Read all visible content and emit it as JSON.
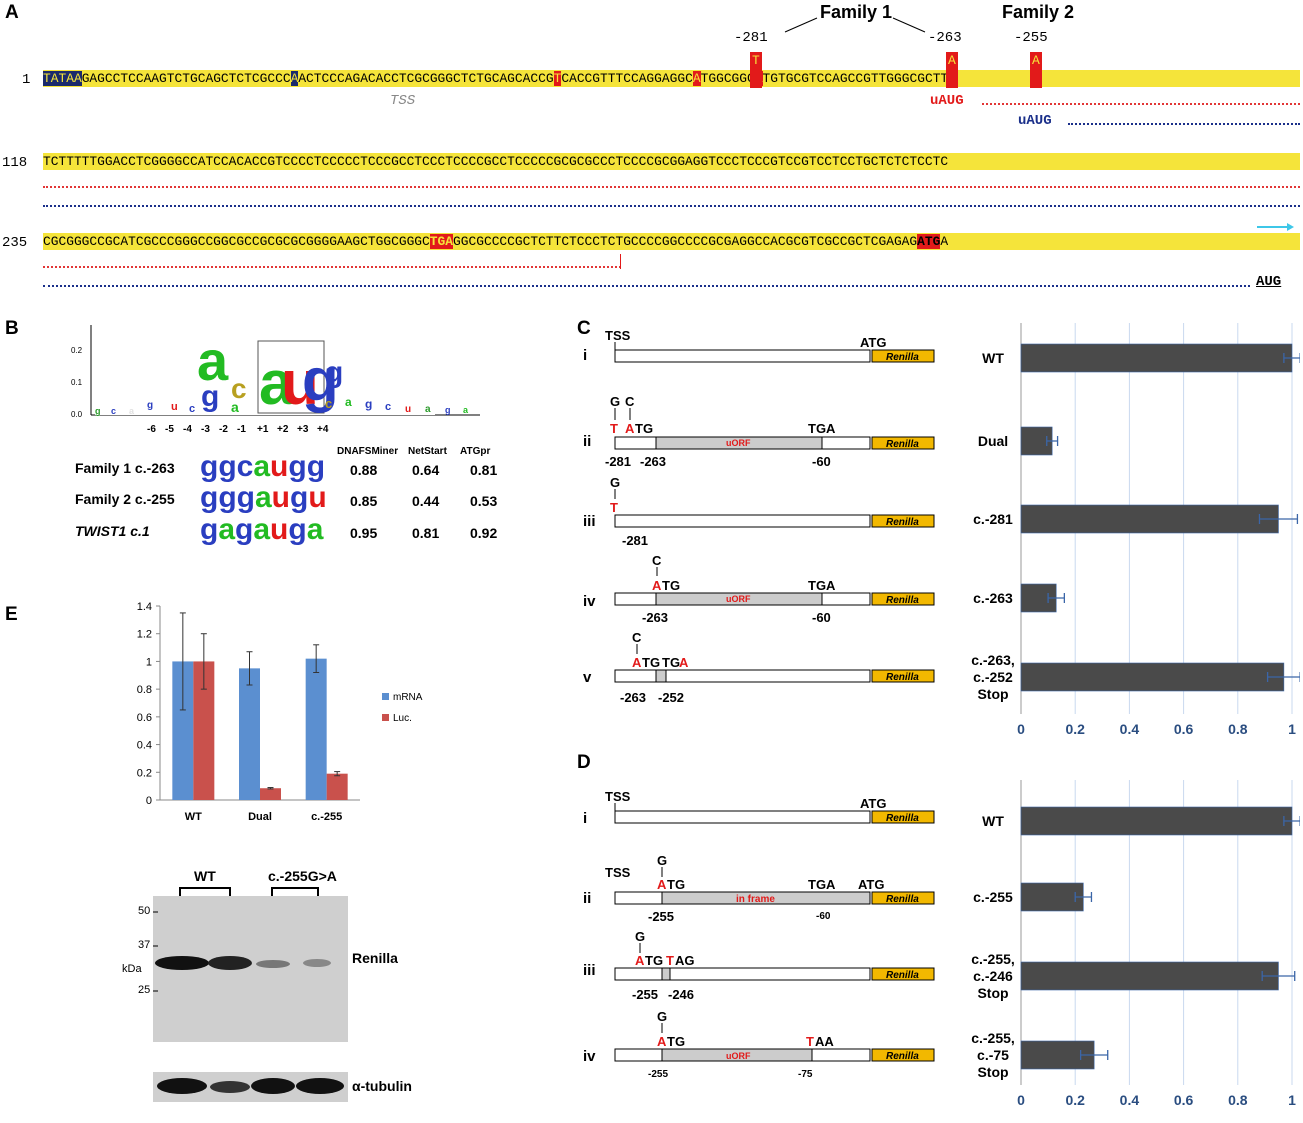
{
  "panels": {
    "A": "A",
    "B": "B",
    "C": "C",
    "D": "D",
    "E": "E"
  },
  "panelA": {
    "family1": "Family 1",
    "family2": "Family 2",
    "pos281": "-281",
    "pos263": "-263",
    "pos255": "-255",
    "line1_num": "1",
    "line2_num": "118",
    "line3_num": "235",
    "tata": "TATAA",
    "seq1_a": "GAGCCTCCAAGTCTGCAGCTCTCGCCC",
    "seq1_tss": "A",
    "seq1_b": "ACTCCCAGACACCTCGCGGGCTCTGCAGCACCG",
    "mut281": "T",
    "seq1_c": "CACCGTTTCCAGGAGGC",
    "mut263": "A",
    "seq1_d": "TGGCGGG",
    "mut255": "A",
    "seq1_e": "TGTGCGTCCAGCCGTTGGGCGCTT",
    "seq2": "TCTTTTTGGACCTCGGGGCCATCCACACCGTCCCCTCCCCCTCCCGCCTCCCTCCCCGCCTCCCCCGCGCGCCCTCCCCGCGGAGGTCCCTCCCGTCCGTCCTCCTGCTCTCTCCTC",
    "seq3_a": "CGCGGGCCGCATCGCCCGGGCCGGCGCCGCGCGCGGGGAAGCTGGCGGGC",
    "tga": "TGA",
    "seq3_b": "GGCGCCCCGCTCTTCTCCCTCTGCCCCGGCCCCGCGAGGCCACGCGTCGCCGCTCGAGAG",
    "atg": "ATG",
    "seq3_c": "A",
    "tss_label": "TSS",
    "uaug_red": "uAUG",
    "uaug_blue": "uAUG",
    "aug": "AUG"
  },
  "panelB": {
    "logo_y_ticks": [
      "0.2",
      "0.1",
      "0.0"
    ],
    "logo_x_labels": [
      "-6",
      "-5",
      "-4",
      "-3",
      "-2",
      "-1",
      "+1",
      "+2",
      "+3",
      "+4"
    ],
    "col_headers": [
      "DNAFSMiner",
      "NetStart",
      "ATGpr"
    ],
    "rows": [
      {
        "label": "Family 1 c.-263",
        "seq": [
          "g",
          "g",
          "c",
          "a",
          "u",
          "g",
          "g"
        ],
        "vals": [
          "0.88",
          "0.64",
          "0.81"
        ]
      },
      {
        "label": "Family 2 c.-255",
        "seq": [
          "g",
          "g",
          "g",
          "a",
          "u",
          "g",
          "u"
        ],
        "vals": [
          "0.85",
          "0.44",
          "0.53"
        ]
      },
      {
        "label": "TWIST1 c.1",
        "seq": [
          "g",
          "a",
          "g",
          "a",
          "u",
          "g",
          "a"
        ],
        "vals": [
          "0.95",
          "0.81",
          "0.92"
        ]
      }
    ]
  },
  "panelC": {
    "rows": [
      {
        "roman": "i",
        "bar_label": "WT",
        "value": 1.0,
        "err": 0.03
      },
      {
        "roman": "ii",
        "bar_label": "Dual",
        "value": 0.115,
        "err": 0.02
      },
      {
        "roman": "iii",
        "bar_label": "c.-281",
        "value": 0.95,
        "err": 0.07
      },
      {
        "roman": "iv",
        "bar_label": "c.-263",
        "value": 0.13,
        "err": 0.03
      },
      {
        "roman": "v",
        "bar_label": "c.-263, c.-252 Stop",
        "value": 0.97,
        "err": 0.06
      }
    ],
    "x_ticks": [
      "0",
      "0.2",
      "0.4",
      "0.6",
      "0.8",
      "1"
    ],
    "tss": "TSS",
    "atg": "ATG",
    "renilla": "Renilla",
    "uorf": "uORF",
    "tga": "TGA",
    "g": "G",
    "c": "C",
    "t": "T",
    "a": "A",
    "n281": "-281",
    "n263": "-263",
    "n60": "-60",
    "n252": "-252",
    "atg_tail": "TG",
    "tg": "TG"
  },
  "panelD": {
    "rows": [
      {
        "roman": "i",
        "bar_label": "WT",
        "value": 1.0,
        "err": 0.03
      },
      {
        "roman": "ii",
        "bar_label": "c.-255",
        "value": 0.23,
        "err": 0.03
      },
      {
        "roman": "iii",
        "bar_label": "c.-255, c.-246 Stop",
        "value": 0.95,
        "err": 0.06
      },
      {
        "roman": "iv",
        "bar_label": "c.-255, c.-75 Stop",
        "value": 0.27,
        "err": 0.05
      }
    ],
    "x_ticks": [
      "0",
      "0.2",
      "0.4",
      "0.6",
      "0.8",
      "1"
    ],
    "inframe": "in frame",
    "ag": "AG",
    "aa": "AA",
    "n255": "-255",
    "n246": "-246",
    "n75": "-75"
  },
  "panelE": {
    "chart_data": {
      "type": "bar",
      "categories": [
        "WT",
        "Dual",
        "c.-255"
      ],
      "series": [
        {
          "name": "mRNA",
          "values": [
            1.0,
            0.95,
            1.02
          ],
          "errors": [
            0.35,
            0.12,
            0.1
          ],
          "color": "#5b8fd0"
        },
        {
          "name": "Luc.",
          "values": [
            1.0,
            0.085,
            0.19
          ],
          "errors": [
            0.2,
            0.005,
            0.015
          ],
          "color": "#c9514c"
        }
      ],
      "ylim": [
        0,
        1.4
      ],
      "y_ticks": [
        "0",
        "0.2",
        "0.4",
        "0.6",
        "0.8",
        "1",
        "1.2",
        "1.4"
      ]
    },
    "blot": {
      "wt": "WT",
      "mut": "c.-255G>A",
      "markers": [
        "50",
        "37",
        "25"
      ],
      "kda": "kDa",
      "renilla": "Renilla",
      "tubulin": "α-tubulin"
    }
  }
}
